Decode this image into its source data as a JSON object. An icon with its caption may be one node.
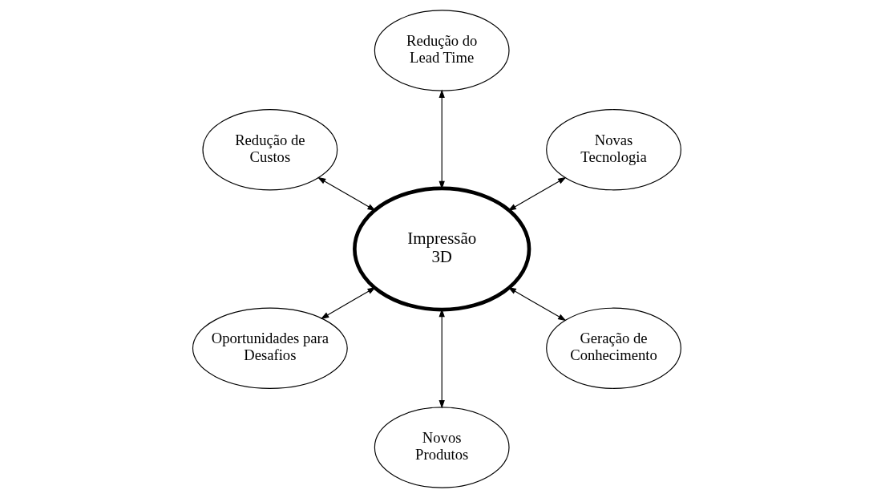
{
  "diagram": {
    "nodes": [
      {
        "text": [
          "Novas Tecnologia"
        ]
      },
      {
        "text": [
          "Redução do Lead Time"
        ]
      },
      {
        "text": [
          "Redução de Custos"
        ]
      },
      {
        "text": [
          "Impressão 3D"
        ]
      },
      {
        "text": [
          "Oportunidades para Desafios"
        ]
      },
      {
        "text": [
          "Novos Produtos"
        ]
      },
      {
        "text": [
          "Geração de Conhecimento"
        ]
      }
    ],
    "edges": [
      {
        "from": 3,
        "to": 0,
        "arrow": "both"
      },
      {
        "from": 3,
        "to": 1,
        "arrow": "both"
      },
      {
        "from": 3,
        "to": 2,
        "arrow": "both"
      },
      {
        "from": 3,
        "to": 4,
        "arrow": "both"
      },
      {
        "from": 3,
        "to": 5,
        "arrow": "both"
      },
      {
        "from": 3,
        "to": 6,
        "arrow": "both"
      }
    ]
  }
}
